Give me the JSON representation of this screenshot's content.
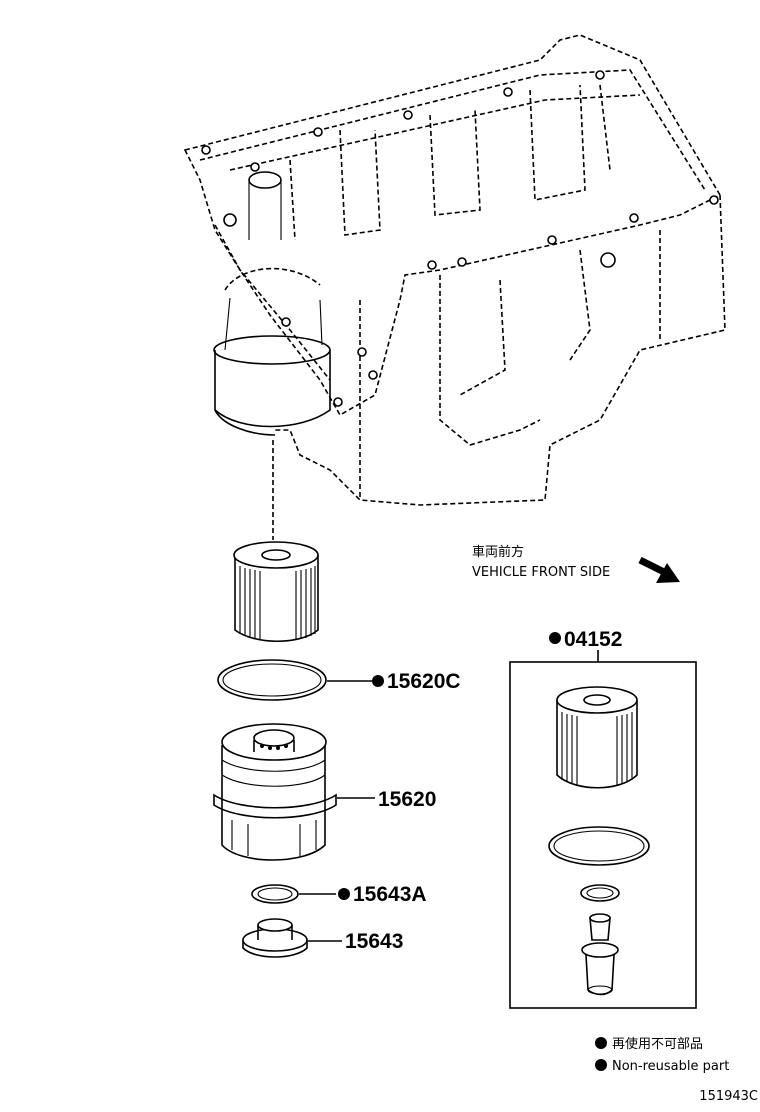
{
  "diagram": {
    "direction": {
      "label_jp": "車両前方",
      "label_en": "VEHICLE FRONT SIDE"
    },
    "parts": {
      "kit": "04152",
      "o_ring_large": "15620C",
      "housing_cap": "15620",
      "gasket_small": "15643A",
      "drain_plug": "15643"
    },
    "legend": {
      "jp": "再使用不可部品",
      "en": "Non-reusable part"
    },
    "figure_id": "151943C"
  }
}
